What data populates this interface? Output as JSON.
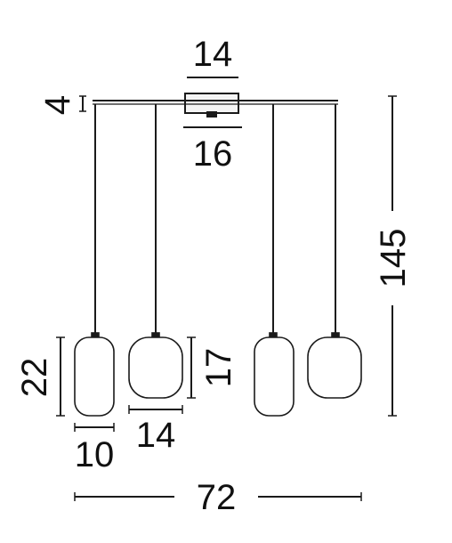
{
  "diagram": {
    "type": "pendant-lamp-dimension-drawing",
    "line_color": "#1a1a1a",
    "dimensions": {
      "canopy_width": "14",
      "canopy_plate_width": "16",
      "canopy_depth": "4",
      "total_height": "145",
      "tall_shade_height": "22",
      "tall_shade_width": "10",
      "round_shade_width": "14",
      "round_shade_height": "17",
      "total_width": "72"
    }
  }
}
